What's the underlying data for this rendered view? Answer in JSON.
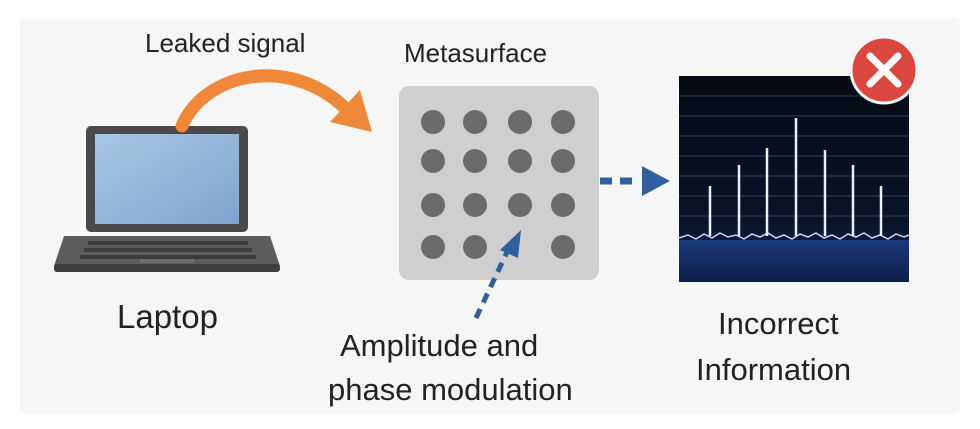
{
  "labels": {
    "leaked_signal": "Leaked signal",
    "metasurface": "Metasurface",
    "laptop": "Laptop",
    "modulation_line1": "Amplitude and",
    "modulation_line2": "phase  modulation",
    "incorrect_line1": "Incorrect",
    "incorrect_line2": "Information"
  },
  "icons": {
    "laptop": "laptop-icon",
    "leak_arrow": "curved-arrow-icon",
    "metasurface": "dot-grid-icon",
    "output_arrow": "dashed-arrow-icon",
    "modulation_arrow": "dashed-arrow-icon",
    "spectrum": "spectrum-display-icon",
    "error": "close-icon"
  },
  "colors": {
    "leak_arrow": "#f0883a",
    "dashed_arrow": "#2f5f9e",
    "metasurface_bg": "#cfcfcf",
    "metasurface_dot": "#6b6b6b",
    "laptop_screen": "#8fb3d9",
    "laptop_body": "#5c5c5c",
    "spectrum_bg": "#0b1a36",
    "error_badge": "#d9473f"
  }
}
